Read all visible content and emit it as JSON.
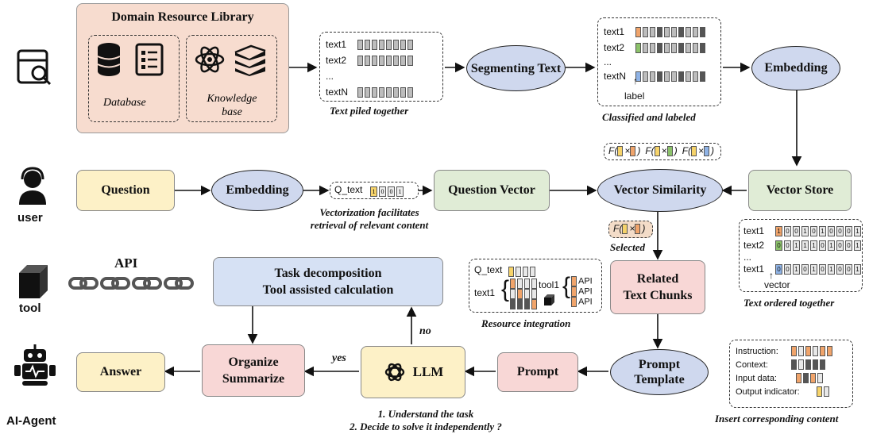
{
  "library": {
    "title": "Domain Resource Library",
    "database": "Database",
    "knowledge": "Knowledge base"
  },
  "text_block": {
    "rows": [
      "text1",
      "text2",
      "...",
      "textN"
    ],
    "caption": "Text piled together"
  },
  "segmenting": "Segmenting Text",
  "classified": {
    "rows": [
      "text1",
      "text2",
      "...",
      "textN"
    ],
    "arrow_label": "label",
    "caption": "Classified and labeled"
  },
  "embedding_top": "Embedding",
  "formula_top": [
    "F(",
    "×",
    ")"
  ],
  "question": "Question",
  "embedding_mid": "Embedding",
  "q_text": {
    "label": "Q_text",
    "bits": "1 0 0 1"
  },
  "vectorization_caption": [
    "Vectorization facilitates",
    "retrieval of relevant content"
  ],
  "question_vector": "Question Vector",
  "vector_similarity": "Vector Similarity",
  "vector_store": "Vector Store",
  "ordered": {
    "rows": [
      {
        "label": "text1",
        "bits": "1 0 0 1 0 1 0 0 0 1"
      },
      {
        "label": "text2",
        "bits": "0 0 1 1 1 0 1 0 0 1"
      },
      {
        "label": "...",
        "bits": ""
      },
      {
        "label": "text1",
        "bits": "0 0 1 0 1 0 1 0 0 1"
      }
    ],
    "arrow_label": "vector",
    "caption": "Text ordered together"
  },
  "selected": {
    "formula": "F(  ×  )",
    "caption": "Selected"
  },
  "side_labels": {
    "user": "user",
    "tool": "tool",
    "agent": "AI-Agent",
    "api": "API"
  },
  "task": [
    "Task decomposition",
    "Tool assisted calculation"
  ],
  "related": [
    "Related",
    "Text Chunks"
  ],
  "resource": {
    "q_text": "Q_text",
    "text1": "text1",
    "tool1": "tool1",
    "apis": [
      "API",
      "API",
      "API"
    ],
    "caption": "Resource integration"
  },
  "answer": "Answer",
  "organize": [
    "Organize",
    "Summarize"
  ],
  "llm": "LLM",
  "yes": "yes",
  "no": "no",
  "prompt": "Prompt",
  "prompt_template": [
    "Prompt",
    "Template"
  ],
  "llm_caption": [
    "1. Understand the task",
    "2. Decide to solve it independently ?"
  ],
  "insert": {
    "rows": [
      "Instruction:",
      "Context:",
      "Input data:",
      "Output indicator:"
    ],
    "caption": "Insert corresponding content"
  },
  "colors": {
    "orange": "#f0a46b",
    "green": "#8cc26a",
    "blue": "#8fb3e6",
    "yellow": "#f6d36a",
    "gray": "#bdbdbd",
    "dark": "#555555"
  }
}
